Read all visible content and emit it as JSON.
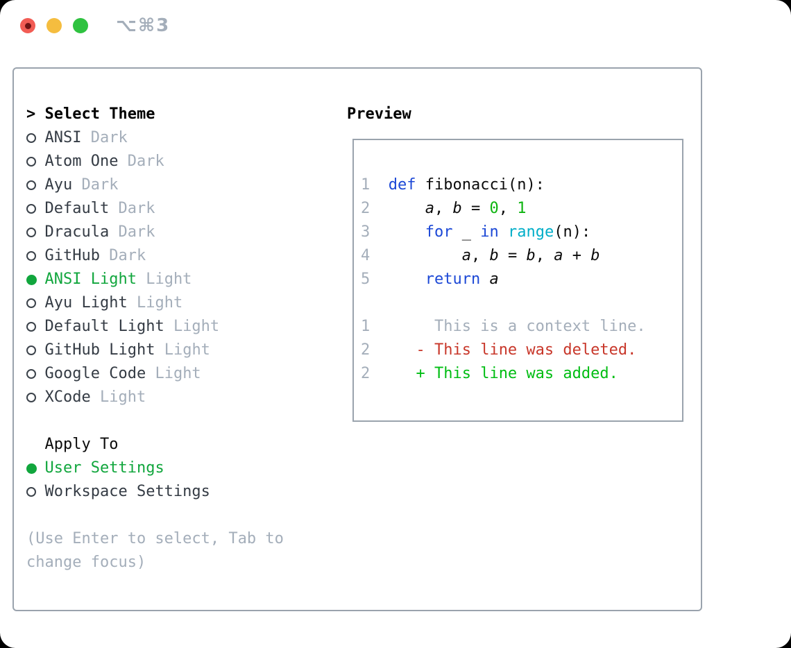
{
  "titlebar": {
    "shortcut": "⌥⌘3"
  },
  "theme_picker": {
    "prompt": ">",
    "header": "Select Theme",
    "options": [
      {
        "name": "ANSI",
        "variant": "Dark",
        "selected": false
      },
      {
        "name": "Atom One",
        "variant": "Dark",
        "selected": false
      },
      {
        "name": "Ayu",
        "variant": "Dark",
        "selected": false
      },
      {
        "name": "Default",
        "variant": "Dark",
        "selected": false
      },
      {
        "name": "Dracula",
        "variant": "Dark",
        "selected": false
      },
      {
        "name": "GitHub",
        "variant": "Dark",
        "selected": false
      },
      {
        "name": "ANSI Light",
        "variant": "Light",
        "selected": true
      },
      {
        "name": "Ayu Light",
        "variant": "Light",
        "selected": false
      },
      {
        "name": "Default Light",
        "variant": "Light",
        "selected": false
      },
      {
        "name": "GitHub Light",
        "variant": "Light",
        "selected": false
      },
      {
        "name": "Google Code",
        "variant": "Light",
        "selected": false
      },
      {
        "name": "XCode",
        "variant": "Light",
        "selected": false
      }
    ],
    "apply_to": {
      "label": "Apply To",
      "options": [
        {
          "name": "User Settings",
          "selected": true
        },
        {
          "name": "Workspace Settings",
          "selected": false
        }
      ]
    },
    "help_lines": [
      "(Use Enter to select, Tab to",
      "change focus)"
    ]
  },
  "preview": {
    "title": "Preview",
    "code_lines": [
      {
        "num": "1",
        "tokens": [
          [
            "kw",
            "def"
          ],
          [
            "plain",
            " fibonacci(n):"
          ]
        ]
      },
      {
        "num": "2",
        "tokens": [
          [
            "plain",
            "    "
          ],
          [
            "var",
            "a"
          ],
          [
            "plain",
            ", "
          ],
          [
            "var",
            "b"
          ],
          [
            "plain",
            " = "
          ],
          [
            "num",
            "0"
          ],
          [
            "plain",
            ", "
          ],
          [
            "num",
            "1"
          ]
        ]
      },
      {
        "num": "3",
        "tokens": [
          [
            "plain",
            "    "
          ],
          [
            "kw",
            "for"
          ],
          [
            "plain",
            " _ "
          ],
          [
            "kw",
            "in"
          ],
          [
            "plain",
            " "
          ],
          [
            "builtin",
            "range"
          ],
          [
            "plain",
            "(n):"
          ]
        ]
      },
      {
        "num": "4",
        "tokens": [
          [
            "plain",
            "        "
          ],
          [
            "var",
            "a"
          ],
          [
            "plain",
            ", "
          ],
          [
            "var",
            "b"
          ],
          [
            "plain",
            " = "
          ],
          [
            "var",
            "b"
          ],
          [
            "plain",
            ", "
          ],
          [
            "var",
            "a"
          ],
          [
            "plain",
            " + "
          ],
          [
            "var",
            "b"
          ]
        ]
      },
      {
        "num": "5",
        "tokens": [
          [
            "plain",
            "    "
          ],
          [
            "kw",
            "return"
          ],
          [
            "plain",
            " "
          ],
          [
            "var",
            "a"
          ]
        ]
      }
    ],
    "diff_lines": [
      {
        "num": "1",
        "kind": "context",
        "text": "     This is a context line."
      },
      {
        "num": "2",
        "kind": "deleted",
        "text": "   - This line was deleted."
      },
      {
        "num": "2",
        "kind": "added",
        "text": "   + This line was added."
      }
    ]
  },
  "colors": {
    "ui_green": "#11a63d",
    "kw_blue": "#1c48d6",
    "builtin_cyan": "#00aec8",
    "num_green": "#0db40f",
    "added_green": "#00bd13",
    "deleted_red": "#c8372a",
    "muted_gray": "#a4aeba",
    "border_gray": "#9aa3ad",
    "traffic_red": "#f25c54",
    "traffic_red_dot": "#701414",
    "traffic_yellow": "#f5bd3f",
    "traffic_green": "#2fc240"
  }
}
